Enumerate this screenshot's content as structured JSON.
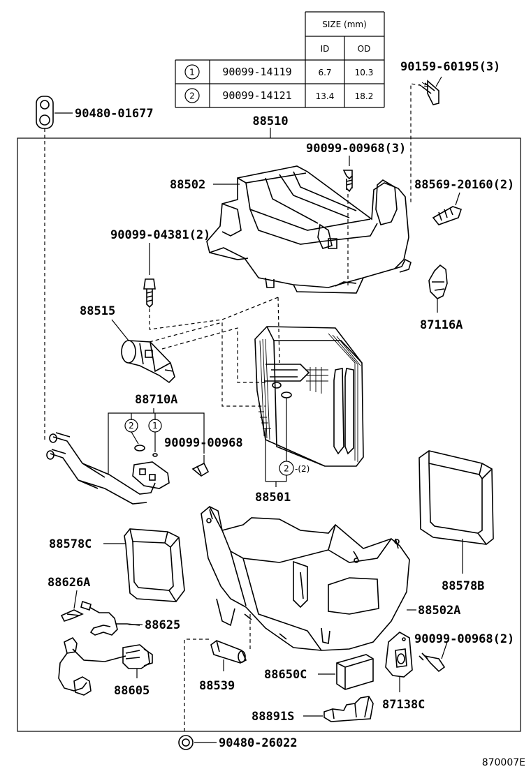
{
  "table": {
    "header_group": "SIZE (mm)",
    "col_id": "ID",
    "col_od": "OD",
    "rows": [
      {
        "no": "1",
        "part": "90099-14119",
        "id": "6.7",
        "od": "10.3"
      },
      {
        "no": "2",
        "part": "90099-14121",
        "id": "13.4",
        "od": "18.2"
      }
    ]
  },
  "labels": {
    "p90159": "90159-60195(3)",
    "p90480a": "90480-01677",
    "p88510": "88510",
    "p90099_00968_3": "90099-00968(3)",
    "p88502": "88502",
    "p88569": "88569-20160(2)",
    "p90099_04381": "90099-04381(2)",
    "p88515": "88515",
    "p87116A": "87116A",
    "p88710A": "88710A",
    "p90099_00968": "90099-00968",
    "p88501": "88501",
    "p88578C": "88578C",
    "p88578B": "88578B",
    "p88626A": "88626A",
    "p88625": "88625",
    "p88502A": "88502A",
    "p90099_00968_2": "90099-00968(2)",
    "p88650C": "88650C",
    "p88539": "88539",
    "p88605": "88605",
    "p87138C": "87138C",
    "p88891S": "88891S",
    "p90480b": "90480-26022",
    "callout_2_qty": "-(2)",
    "circle_1": "1",
    "circle_2": "2",
    "ref_code": "870007E"
  }
}
